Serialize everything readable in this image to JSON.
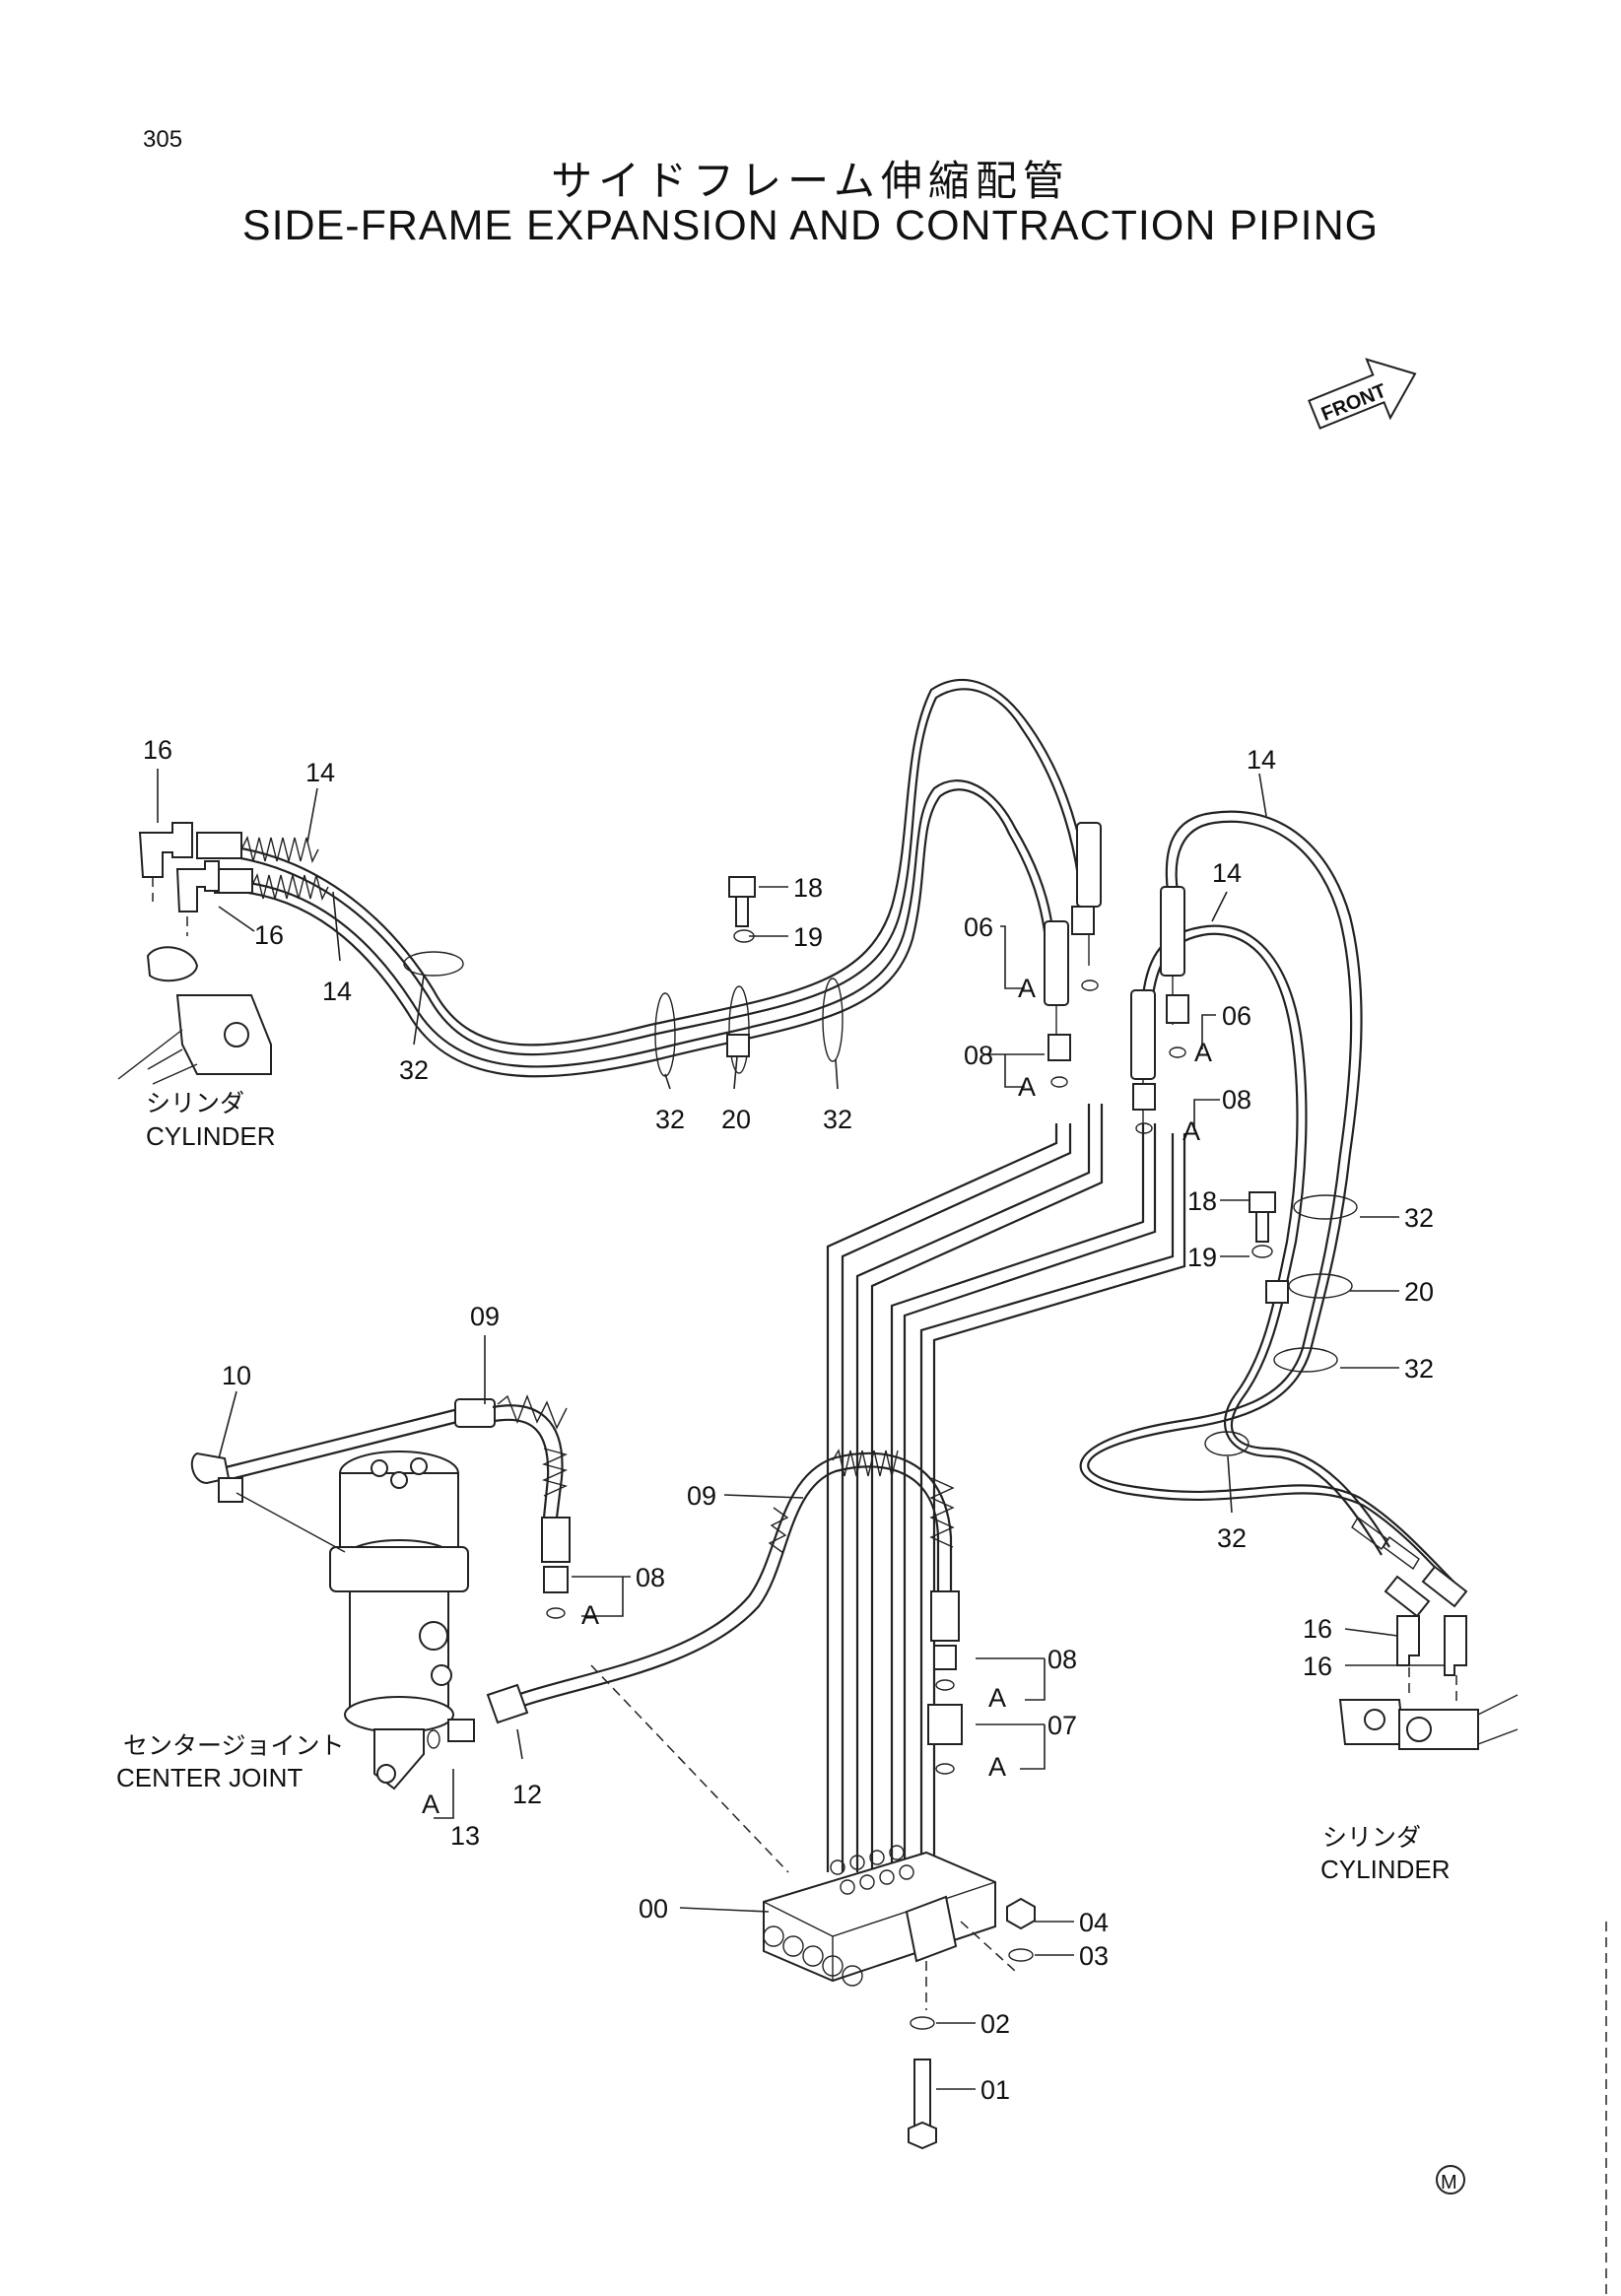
{
  "header": {
    "page_number": "305",
    "title_jp": "サイドフレーム伸縮配管",
    "title_en": "SIDE-FRAME EXPANSION AND CONTRACTION PIPING"
  },
  "front_marker": {
    "label": "FRONT"
  },
  "callouts": {
    "c16_a": "16",
    "c14_a": "14",
    "c16_b": "16",
    "c14_b": "14",
    "c32_a": "32",
    "c18_a": "18",
    "c19_a": "19",
    "c32_b": "32",
    "c20_a": "20",
    "c32_c": "32",
    "c06_a": "06",
    "c08_a": "08",
    "c14_c": "14",
    "c14_d": "14",
    "c06_b": "06",
    "c08_b": "08",
    "c18_b": "18",
    "c19_b": "19",
    "c32_d": "32",
    "c20_b": "20",
    "c32_e": "32",
    "c32_f": "32",
    "c16_c": "16",
    "c16_d": "16",
    "c09_a": "09",
    "c10": "10",
    "c08_c": "08",
    "c09_b": "09",
    "c12": "12",
    "c13": "13",
    "c08_d": "08",
    "c07": "07",
    "c00": "00",
    "c04": "04",
    "c03": "03",
    "c02": "02",
    "c01": "01"
  },
  "set_marks": {
    "a1": "A",
    "a2": "A",
    "a3": "A",
    "a4": "A",
    "a5": "A",
    "a6": "A",
    "a7": "A",
    "a8": "A"
  },
  "captions": {
    "cylinder_left_jp": "シリンダ",
    "cylinder_left_en": "CYLINDER",
    "center_joint_jp": "センタージョイント",
    "center_joint_en": "CENTER JOINT",
    "cylinder_right_jp": "シリンダ",
    "cylinder_right_en": "CYLINDER"
  },
  "footer": {
    "mark": "M"
  }
}
